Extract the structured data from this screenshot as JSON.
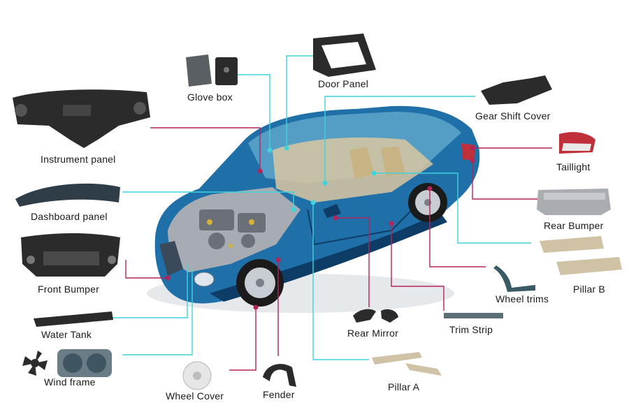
{
  "labels": {
    "glove_box": "Glove box",
    "door_panel": "Door Panel",
    "gear_shift_cover": "Gear Shift Cover",
    "instrument_panel": "Instrument panel",
    "taillight": "Taillight",
    "dashboard_panel": "Dashboard panel",
    "rear_bumper": "Rear Bumper",
    "front_bumper": "Front Bumper",
    "pillar_b": "Pillar B",
    "wheel_trims": "Wheel trims",
    "water_tank": "Water Tank",
    "rear_mirror": "Rear Mirror",
    "trim_strip": "Trim Strip",
    "wind_frame": "Wind frame",
    "pillar_a": "Pillar A",
    "wheel_cover": "Wheel Cover",
    "fender": "Fender"
  },
  "colors": {
    "cyan_line": "#3fd3dc",
    "magenta_line": "#b3245a",
    "car_body": "#1f6fa8",
    "car_dark": "#0d3d66",
    "part_dark": "#2b2b2b",
    "part_beige": "#cfc2a5",
    "part_grey": "#a9adb2"
  }
}
